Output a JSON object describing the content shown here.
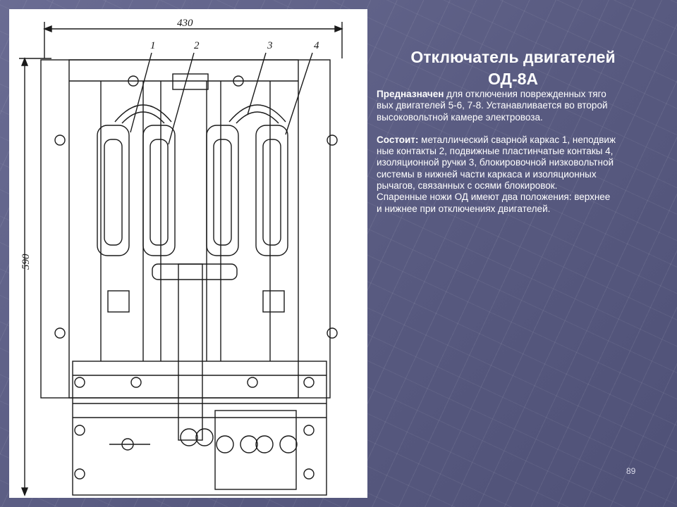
{
  "slide": {
    "title_line1": "Отключатель двигателей",
    "title_line2": "ОД-8А",
    "purpose_label": "Предназначен",
    "purpose_rows": [
      " для отключения поврежденных тяго",
      "вых двигателей 5-6, 7-8. Устанавливается во второй",
      "высоковольтной камере электровоза."
    ],
    "composition_label": "Состоит:",
    "composition_rows": [
      " металлический сварной каркас 1, неподвиж",
      "ные контакты 2, подвижные пластинчатые контакы 4,",
      "изоляционной ручки 3, блокировочной низковольтной",
      " системы в нижней части каркаса и изоляционных",
      " рычагов, связанных с осями блокировок.",
      "Спаренные ножи ОД имеют два положения: верхнее",
      "и нижнее при отключениях двигателей."
    ],
    "page_number": "89"
  },
  "drawing": {
    "width_dim": "430",
    "height_dim": "590",
    "callouts": [
      "1",
      "2",
      "3",
      "4"
    ]
  },
  "colors": {
    "background": "#5b5d84",
    "text": "#ffffff",
    "drawing_bg": "#ffffff",
    "ink": "#1a1a1a"
  }
}
